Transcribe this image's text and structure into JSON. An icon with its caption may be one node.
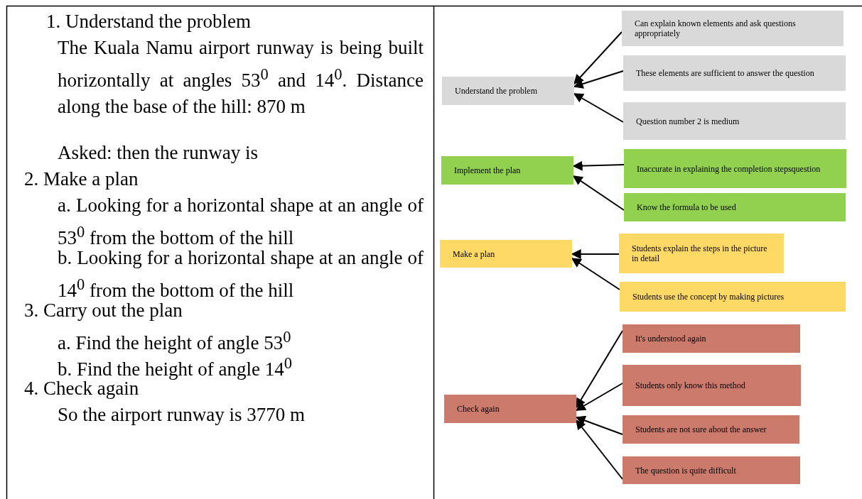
{
  "diagram": {
    "nodes": [
      {
        "text": [
          "Understand the problem"
        ]
      },
      {
        "text": [
          "Can explain known elements and ask questions appropriately"
        ]
      },
      {
        "text": [
          "These elements are sufficient to answer the question"
        ]
      },
      {
        "text": [
          "Question number 2 is medium"
        ]
      },
      {
        "text": [
          "Implement the plan"
        ]
      },
      {
        "text": [
          "Inaccurate in explaining the completion stepsquestion"
        ]
      },
      {
        "text": [
          "Know the formula to be used"
        ]
      },
      {
        "text": [
          "Make a plan"
        ]
      },
      {
        "text": [
          "Students explain the steps in the picture in detail"
        ]
      },
      {
        "text": [
          "Students use the concept by making pictures"
        ]
      },
      {
        "text": [
          "Check again"
        ]
      },
      {
        "text": [
          "It's understood again"
        ]
      },
      {
        "text": [
          "Students only know this method"
        ]
      },
      {
        "text": [
          "Students are not sure about the answer"
        ]
      },
      {
        "text": [
          "The question is quite difficult"
        ]
      }
    ],
    "edges": [
      {
        "from": 1,
        "to": 0,
        "arrow": "to"
      },
      {
        "from": 2,
        "to": 0,
        "arrow": "to"
      },
      {
        "from": 3,
        "to": 0,
        "arrow": "to"
      },
      {
        "from": 5,
        "to": 4,
        "arrow": "to"
      },
      {
        "from": 6,
        "to": 4,
        "arrow": "to"
      },
      {
        "from": 8,
        "to": 7,
        "arrow": "to"
      },
      {
        "from": 9,
        "to": 7,
        "arrow": "to"
      },
      {
        "from": 11,
        "to": 10,
        "arrow": "to"
      },
      {
        "from": 12,
        "to": 10,
        "arrow": "to"
      },
      {
        "from": 13,
        "to": 10,
        "arrow": "to"
      },
      {
        "from": 14,
        "to": 10,
        "arrow": "to"
      }
    ],
    "labels": [
      "1. Understand the problem",
      "The Kuala Namu airport runway is being built horizontally at angles 53$^{0}$ and 14$^{0}$. Distance along the base of the hill: 870 m",
      "Asked: then the runway is",
      "2. Make a plan",
      "a. Looking for a horizontal shape at an angle of 53$^{0}$ from the bottom of the hill",
      "b. Looking for a horizontal shape at an angle of 14$^{0}$ from the bottom of the hill",
      "3. Carry out the plan",
      "a. Find the height of angle 53$^{0}$",
      "b. Find the height of angle 14$^{0}$",
      "4. Check again",
      "So the airport runway is 3770 m"
    ]
  }
}
